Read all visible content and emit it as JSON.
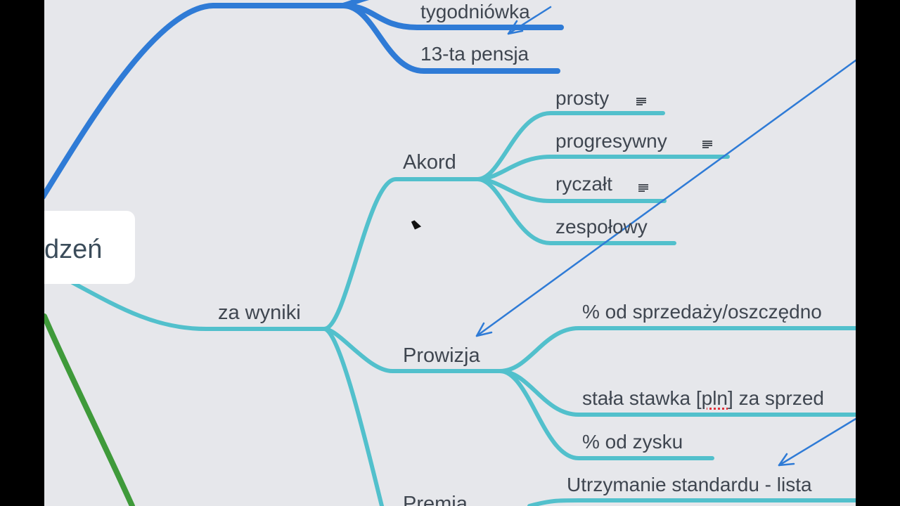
{
  "colors": {
    "canvas": "#e6e7eb",
    "frame": "#000000",
    "blue_branch": "#2f7bd6",
    "teal_branch": "#52c0cc",
    "green_branch": "#3f9a3a",
    "arrow": "#2f7bd6",
    "text": "#3f4650"
  },
  "root": {
    "label": "dzeń"
  },
  "blue_branch": {
    "children": [
      "tygodniówka",
      "13-ta pensja"
    ]
  },
  "teal_branch": {
    "label": "za wyniki",
    "akord": {
      "label": "Akord",
      "children": [
        {
          "label": "prosty",
          "has_note": true
        },
        {
          "label": "progresywny",
          "has_note": true
        },
        {
          "label": "ryczałt",
          "has_note": true
        },
        {
          "label": "zespołowy",
          "has_note": false
        }
      ]
    },
    "prowizja": {
      "label": "Prowizja",
      "children": [
        {
          "label": "% od sprzedaży/oszczędno"
        },
        {
          "label_a": "stała stawka [",
          "label_b": "pln",
          "label_c": "] za sprzed"
        },
        {
          "label": "% od zysku"
        }
      ]
    },
    "premia": {
      "label": "Premia",
      "children": [
        "Utrzymanie standardu - lista"
      ]
    }
  },
  "icons": {
    "note": "note-lines-icon",
    "cursor": "mouse-pointer-icon"
  }
}
